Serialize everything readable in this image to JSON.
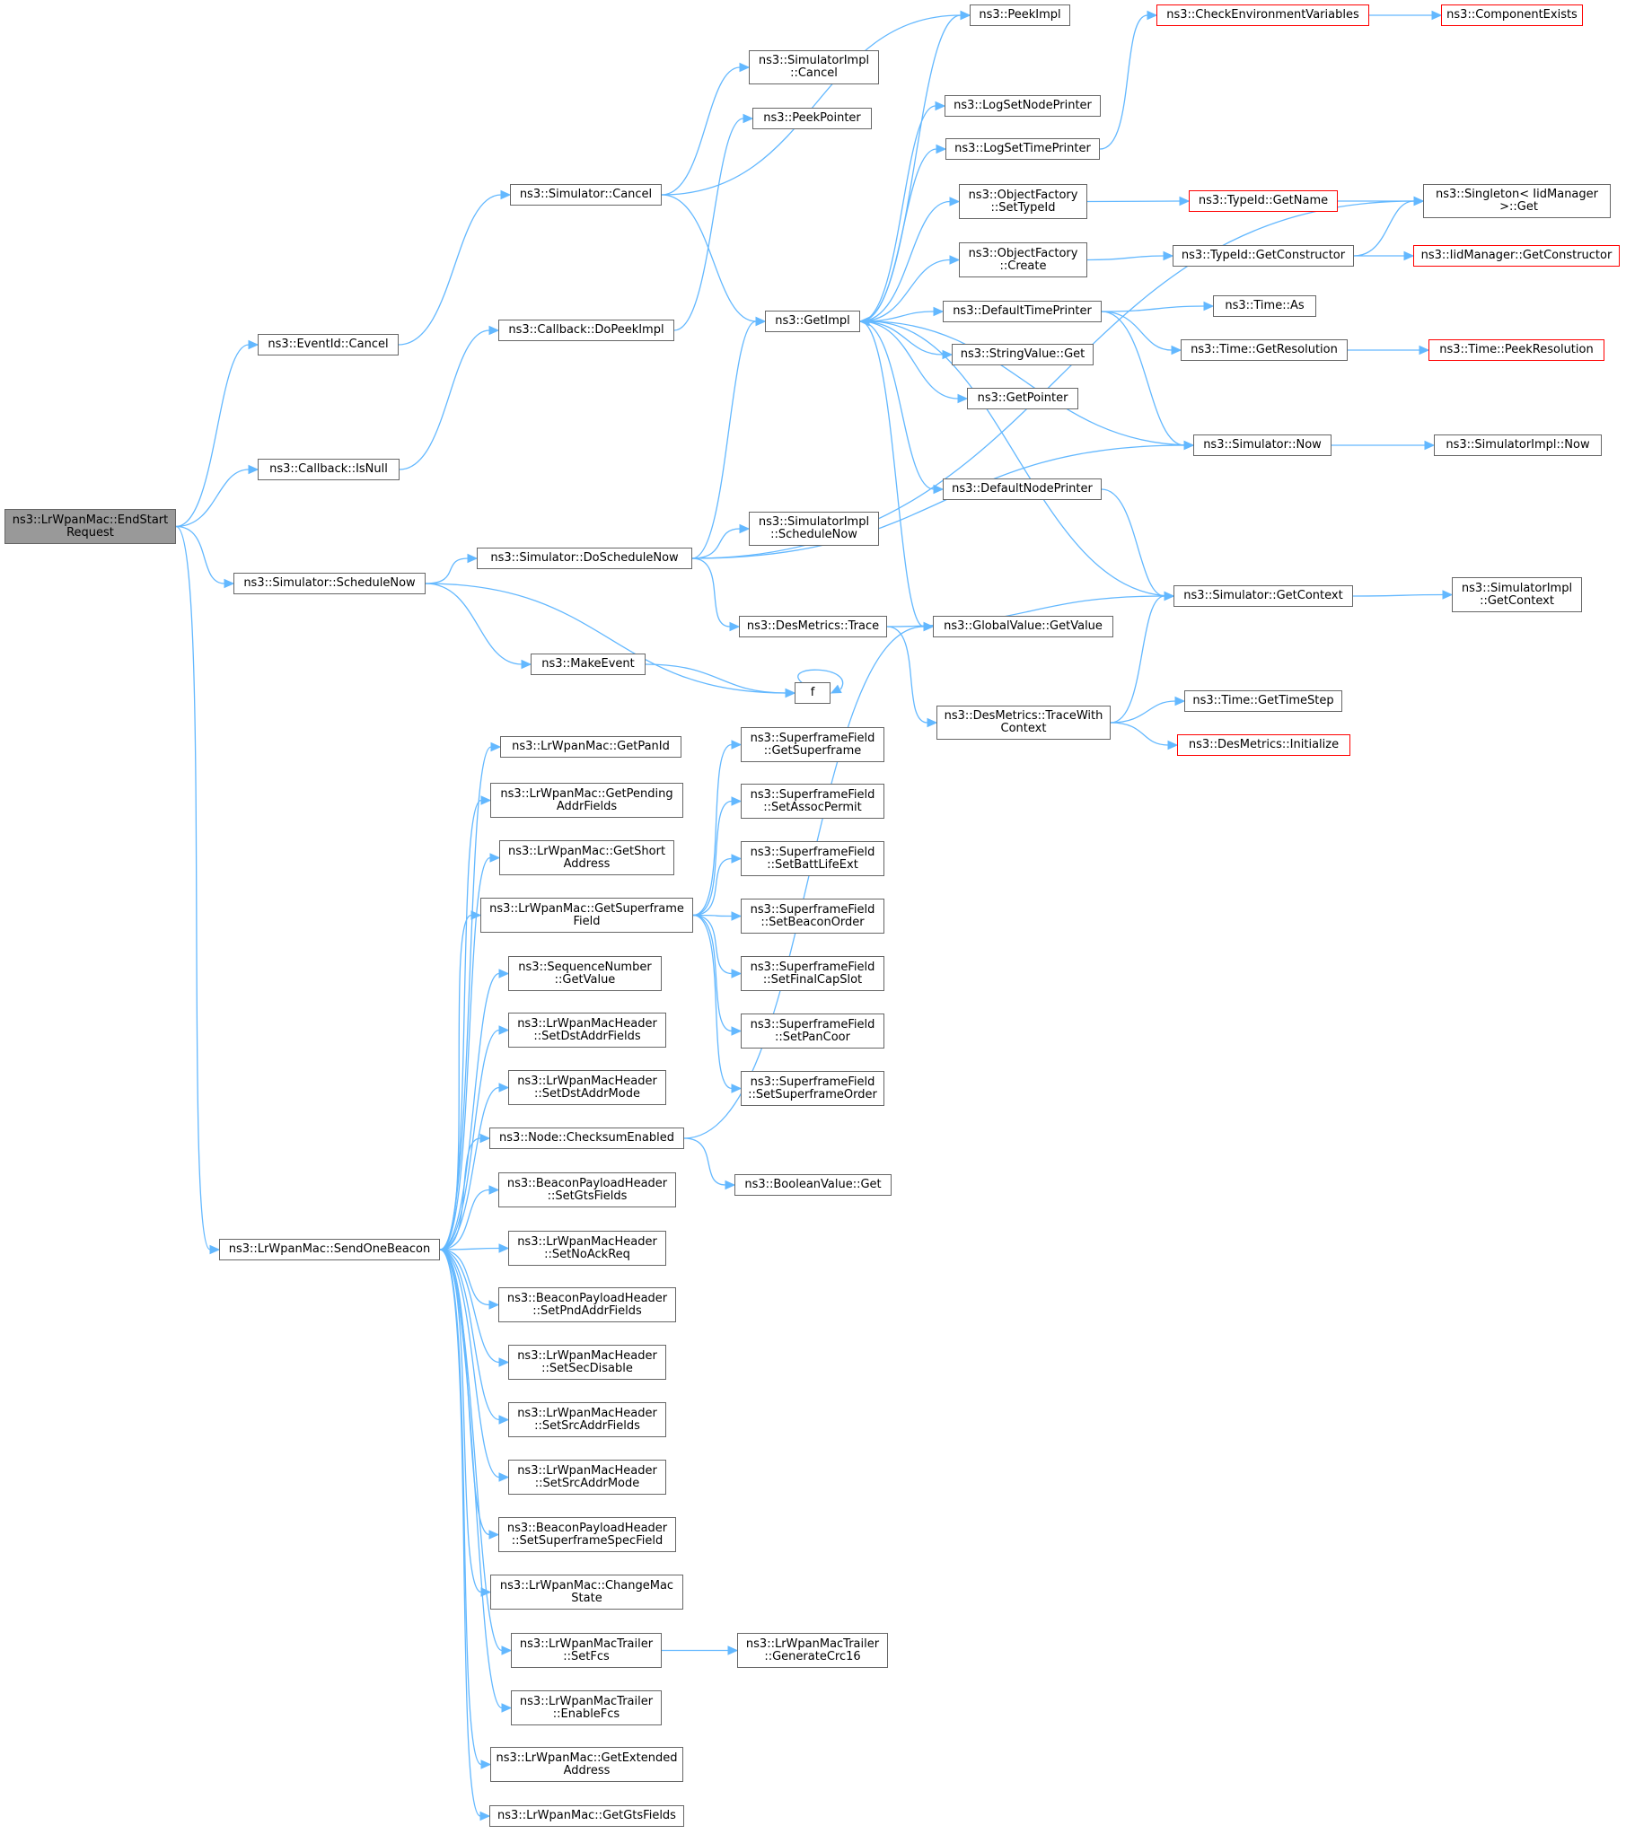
{
  "diagram_type": "call-graph",
  "colors": {
    "edge": "#63b8ff",
    "node_border": "#666666",
    "truncated_border": "#ff0000",
    "root_fill": "#999999"
  },
  "nodes": [
    {
      "id": "root",
      "label": "ns3::LrWpanMac::EndStart\nRequest",
      "root": true
    },
    {
      "id": "eventid_cancel",
      "label": "ns3::EventId::Cancel"
    },
    {
      "id": "callback_isnull",
      "label": "ns3::Callback::IsNull"
    },
    {
      "id": "simulator_schedulenow",
      "label": "ns3::Simulator::ScheduleNow"
    },
    {
      "id": "sendonebeacon",
      "label": "ns3::LrWpanMac::SendOneBeacon"
    },
    {
      "id": "simulator_cancel",
      "label": "ns3::Simulator::Cancel"
    },
    {
      "id": "callback_dopeekimpl",
      "label": "ns3::Callback::DoPeekImpl"
    },
    {
      "id": "simulator_doschedulenow",
      "label": "ns3::Simulator::DoScheduleNow"
    },
    {
      "id": "makeevent",
      "label": "ns3::MakeEvent"
    },
    {
      "id": "f",
      "label": "f"
    },
    {
      "id": "peekimpl",
      "label": "ns3::PeekImpl"
    },
    {
      "id": "simulatorimpl_cancel",
      "label": "ns3::SimulatorImpl\n::Cancel"
    },
    {
      "id": "peekpointer",
      "label": "ns3::PeekPointer"
    },
    {
      "id": "getimpl",
      "label": "ns3::GetImpl"
    },
    {
      "id": "simulatorimpl_schedulenow",
      "label": "ns3::SimulatorImpl\n::ScheduleNow"
    },
    {
      "id": "desmetrics_trace",
      "label": "ns3::DesMetrics::Trace"
    },
    {
      "id": "logsetnodeprinter",
      "label": "ns3::LogSetNodePrinter"
    },
    {
      "id": "logsettimeprinter",
      "label": "ns3::LogSetTimePrinter"
    },
    {
      "id": "objectfactory_settypeid",
      "label": "ns3::ObjectFactory\n::SetTypeId"
    },
    {
      "id": "objectfactory_create",
      "label": "ns3::ObjectFactory\n::Create"
    },
    {
      "id": "defaulttimeprinter",
      "label": "ns3::DefaultTimePrinter"
    },
    {
      "id": "stringvalue_get",
      "label": "ns3::StringValue::Get"
    },
    {
      "id": "getpointer",
      "label": "ns3::GetPointer"
    },
    {
      "id": "defaultnodeprinter",
      "label": "ns3::DefaultNodePrinter"
    },
    {
      "id": "globalvalue_getvalue",
      "label": "ns3::GlobalValue::GetValue"
    },
    {
      "id": "desmetrics_tracewithcontext",
      "label": "ns3::DesMetrics::TraceWith\nContext"
    },
    {
      "id": "checkenvvars",
      "label": "ns3::CheckEnvironmentVariables",
      "truncated": true
    },
    {
      "id": "componentexists",
      "label": "ns3::ComponentExists",
      "truncated": true
    },
    {
      "id": "typeid_getname",
      "label": "ns3::TypeId::GetName",
      "truncated": true
    },
    {
      "id": "singleton_get",
      "label": "ns3::Singleton< IidManager\n >::Get"
    },
    {
      "id": "typeid_getconstructor",
      "label": "ns3::TypeId::GetConstructor"
    },
    {
      "id": "iidmanager_getconstructor",
      "label": "ns3::IidManager::GetConstructor",
      "truncated": true
    },
    {
      "id": "time_as",
      "label": "ns3::Time::As"
    },
    {
      "id": "time_getresolution",
      "label": "ns3::Time::GetResolution"
    },
    {
      "id": "time_peekresolution",
      "label": "ns3::Time::PeekResolution",
      "truncated": true
    },
    {
      "id": "simulator_now",
      "label": "ns3::Simulator::Now"
    },
    {
      "id": "simulatorimpl_now",
      "label": "ns3::SimulatorImpl::Now"
    },
    {
      "id": "simulator_getcontext",
      "label": "ns3::Simulator::GetContext"
    },
    {
      "id": "simulatorimpl_getcontext",
      "label": "ns3::SimulatorImpl\n::GetContext"
    },
    {
      "id": "time_gettimestep",
      "label": "ns3::Time::GetTimeStep"
    },
    {
      "id": "desmetrics_initialize",
      "label": "ns3::DesMetrics::Initialize",
      "truncated": true
    },
    {
      "id": "getpanid",
      "label": "ns3::LrWpanMac::GetPanId"
    },
    {
      "id": "getpendingaddrfields",
      "label": "ns3::LrWpanMac::GetPending\nAddrFields"
    },
    {
      "id": "getshortaddress",
      "label": "ns3::LrWpanMac::GetShort\nAddress"
    },
    {
      "id": "getsuperframefield",
      "label": "ns3::LrWpanMac::GetSuperframe\nField"
    },
    {
      "id": "sequencenumber_getvalue",
      "label": "ns3::SequenceNumber\n::GetValue"
    },
    {
      "id": "hdr_setdstaddrfields",
      "label": "ns3::LrWpanMacHeader\n::SetDstAddrFields"
    },
    {
      "id": "hdr_setdstaddrmode",
      "label": "ns3::LrWpanMacHeader\n::SetDstAddrMode"
    },
    {
      "id": "node_checksumenabled",
      "label": "ns3::Node::ChecksumEnabled"
    },
    {
      "id": "bph_setgtsfields",
      "label": "ns3::BeaconPayloadHeader\n::SetGtsFields"
    },
    {
      "id": "hdr_setnoackreq",
      "label": "ns3::LrWpanMacHeader\n::SetNoAckReq"
    },
    {
      "id": "bph_setpndaddrfields",
      "label": "ns3::BeaconPayloadHeader\n::SetPndAddrFields"
    },
    {
      "id": "hdr_setsecdisable",
      "label": "ns3::LrWpanMacHeader\n::SetSecDisable"
    },
    {
      "id": "hdr_setsrcaddrfields",
      "label": "ns3::LrWpanMacHeader\n::SetSrcAddrFields"
    },
    {
      "id": "hdr_setsrcaddrmode",
      "label": "ns3::LrWpanMacHeader\n::SetSrcAddrMode"
    },
    {
      "id": "bph_setsuperframespecfield",
      "label": "ns3::BeaconPayloadHeader\n::SetSuperframeSpecField"
    },
    {
      "id": "changemacstate",
      "label": "ns3::LrWpanMac::ChangeMac\nState"
    },
    {
      "id": "trl_setfcs",
      "label": "ns3::LrWpanMacTrailer\n::SetFcs"
    },
    {
      "id": "trl_enablefcs",
      "label": "ns3::LrWpanMacTrailer\n::EnableFcs"
    },
    {
      "id": "getextendedaddress",
      "label": "ns3::LrWpanMac::GetExtended\nAddress"
    },
    {
      "id": "getgtsfields",
      "label": "ns3::LrWpanMac::GetGtsFields"
    },
    {
      "id": "sf_getsuperframe",
      "label": "ns3::SuperframeField\n::GetSuperframe"
    },
    {
      "id": "sf_setassocpermit",
      "label": "ns3::SuperframeField\n::SetAssocPermit"
    },
    {
      "id": "sf_setbattlifeext",
      "label": "ns3::SuperframeField\n::SetBattLifeExt"
    },
    {
      "id": "sf_setbeaconorder",
      "label": "ns3::SuperframeField\n::SetBeaconOrder"
    },
    {
      "id": "sf_setfinalcapslot",
      "label": "ns3::SuperframeField\n::SetFinalCapSlot"
    },
    {
      "id": "sf_setpancoor",
      "label": "ns3::SuperframeField\n::SetPanCoor"
    },
    {
      "id": "sf_setsuperframeorder",
      "label": "ns3::SuperframeField\n::SetSuperframeOrder"
    },
    {
      "id": "booleanvalue_get",
      "label": "ns3::BooleanValue::Get"
    },
    {
      "id": "trl_generatecrc16",
      "label": "ns3::LrWpanMacTrailer\n::GenerateCrc16"
    }
  ],
  "edges": [
    [
      "root",
      "eventid_cancel"
    ],
    [
      "root",
      "callback_isnull"
    ],
    [
      "root",
      "simulator_schedulenow"
    ],
    [
      "root",
      "sendonebeacon"
    ],
    [
      "eventid_cancel",
      "simulator_cancel"
    ],
    [
      "simulator_cancel",
      "peekimpl"
    ],
    [
      "simulator_cancel",
      "simulatorimpl_cancel"
    ],
    [
      "simulator_cancel",
      "getimpl"
    ],
    [
      "callback_isnull",
      "callback_dopeekimpl"
    ],
    [
      "callback_dopeekimpl",
      "peekpointer"
    ],
    [
      "simulator_schedulenow",
      "simulator_doschedulenow"
    ],
    [
      "simulator_schedulenow",
      "makeevent"
    ],
    [
      "simulator_schedulenow",
      "f"
    ],
    [
      "makeevent",
      "f"
    ],
    [
      "f",
      "f"
    ],
    [
      "simulator_doschedulenow",
      "singleton_get"
    ],
    [
      "simulator_doschedulenow",
      "getimpl"
    ],
    [
      "simulator_doschedulenow",
      "simulatorimpl_schedulenow"
    ],
    [
      "simulator_doschedulenow",
      "desmetrics_trace"
    ],
    [
      "simulator_doschedulenow",
      "simulator_now"
    ],
    [
      "getimpl",
      "peekimpl"
    ],
    [
      "getimpl",
      "logsetnodeprinter"
    ],
    [
      "getimpl",
      "logsettimeprinter"
    ],
    [
      "getimpl",
      "objectfactory_settypeid"
    ],
    [
      "getimpl",
      "objectfactory_create"
    ],
    [
      "getimpl",
      "defaulttimeprinter"
    ],
    [
      "getimpl",
      "stringvalue_get"
    ],
    [
      "getimpl",
      "getpointer"
    ],
    [
      "getimpl",
      "defaultnodeprinter"
    ],
    [
      "getimpl",
      "globalvalue_getvalue"
    ],
    [
      "logsettimeprinter",
      "checkenvvars"
    ],
    [
      "checkenvvars",
      "componentexists"
    ],
    [
      "objectfactory_settypeid",
      "typeid_getname"
    ],
    [
      "typeid_getname",
      "singleton_get"
    ],
    [
      "objectfactory_create",
      "typeid_getconstructor"
    ],
    [
      "typeid_getconstructor",
      "singleton_get"
    ],
    [
      "typeid_getconstructor",
      "iidmanager_getconstructor"
    ],
    [
      "defaulttimeprinter",
      "time_as"
    ],
    [
      "defaulttimeprinter",
      "time_getresolution"
    ],
    [
      "defaulttimeprinter",
      "simulator_now"
    ],
    [
      "time_getresolution",
      "time_peekresolution"
    ],
    [
      "simulator_now",
      "getimpl"
    ],
    [
      "simulator_now",
      "simulatorimpl_now"
    ],
    [
      "defaultnodeprinter",
      "simulator_getcontext"
    ],
    [
      "simulator_getcontext",
      "getimpl"
    ],
    [
      "simulator_getcontext",
      "simulatorimpl_getcontext"
    ],
    [
      "desmetrics_trace",
      "simulator_getcontext"
    ],
    [
      "desmetrics_trace",
      "desmetrics_tracewithcontext"
    ],
    [
      "desmetrics_tracewithcontext",
      "simulator_getcontext"
    ],
    [
      "desmetrics_tracewithcontext",
      "time_gettimestep"
    ],
    [
      "desmetrics_tracewithcontext",
      "desmetrics_initialize"
    ],
    [
      "sendonebeacon",
      "getpanid"
    ],
    [
      "sendonebeacon",
      "getpendingaddrfields"
    ],
    [
      "sendonebeacon",
      "getshortaddress"
    ],
    [
      "sendonebeacon",
      "getsuperframefield"
    ],
    [
      "sendonebeacon",
      "sequencenumber_getvalue"
    ],
    [
      "sendonebeacon",
      "hdr_setdstaddrfields"
    ],
    [
      "sendonebeacon",
      "hdr_setdstaddrmode"
    ],
    [
      "sendonebeacon",
      "node_checksumenabled"
    ],
    [
      "sendonebeacon",
      "bph_setgtsfields"
    ],
    [
      "sendonebeacon",
      "hdr_setnoackreq"
    ],
    [
      "sendonebeacon",
      "bph_setpndaddrfields"
    ],
    [
      "sendonebeacon",
      "hdr_setsecdisable"
    ],
    [
      "sendonebeacon",
      "hdr_setsrcaddrfields"
    ],
    [
      "sendonebeacon",
      "hdr_setsrcaddrmode"
    ],
    [
      "sendonebeacon",
      "bph_setsuperframespecfield"
    ],
    [
      "sendonebeacon",
      "changemacstate"
    ],
    [
      "sendonebeacon",
      "trl_setfcs"
    ],
    [
      "sendonebeacon",
      "trl_enablefcs"
    ],
    [
      "sendonebeacon",
      "getextendedaddress"
    ],
    [
      "sendonebeacon",
      "getgtsfields"
    ],
    [
      "getsuperframefield",
      "sf_getsuperframe"
    ],
    [
      "getsuperframefield",
      "sf_setassocpermit"
    ],
    [
      "getsuperframefield",
      "sf_setbattlifeext"
    ],
    [
      "getsuperframefield",
      "sf_setbeaconorder"
    ],
    [
      "getsuperframefield",
      "sf_setfinalcapslot"
    ],
    [
      "getsuperframefield",
      "sf_setpancoor"
    ],
    [
      "getsuperframefield",
      "sf_setsuperframeorder"
    ],
    [
      "node_checksumenabled",
      "globalvalue_getvalue"
    ],
    [
      "node_checksumenabled",
      "booleanvalue_get"
    ],
    [
      "trl_setfcs",
      "trl_generatecrc16"
    ]
  ]
}
